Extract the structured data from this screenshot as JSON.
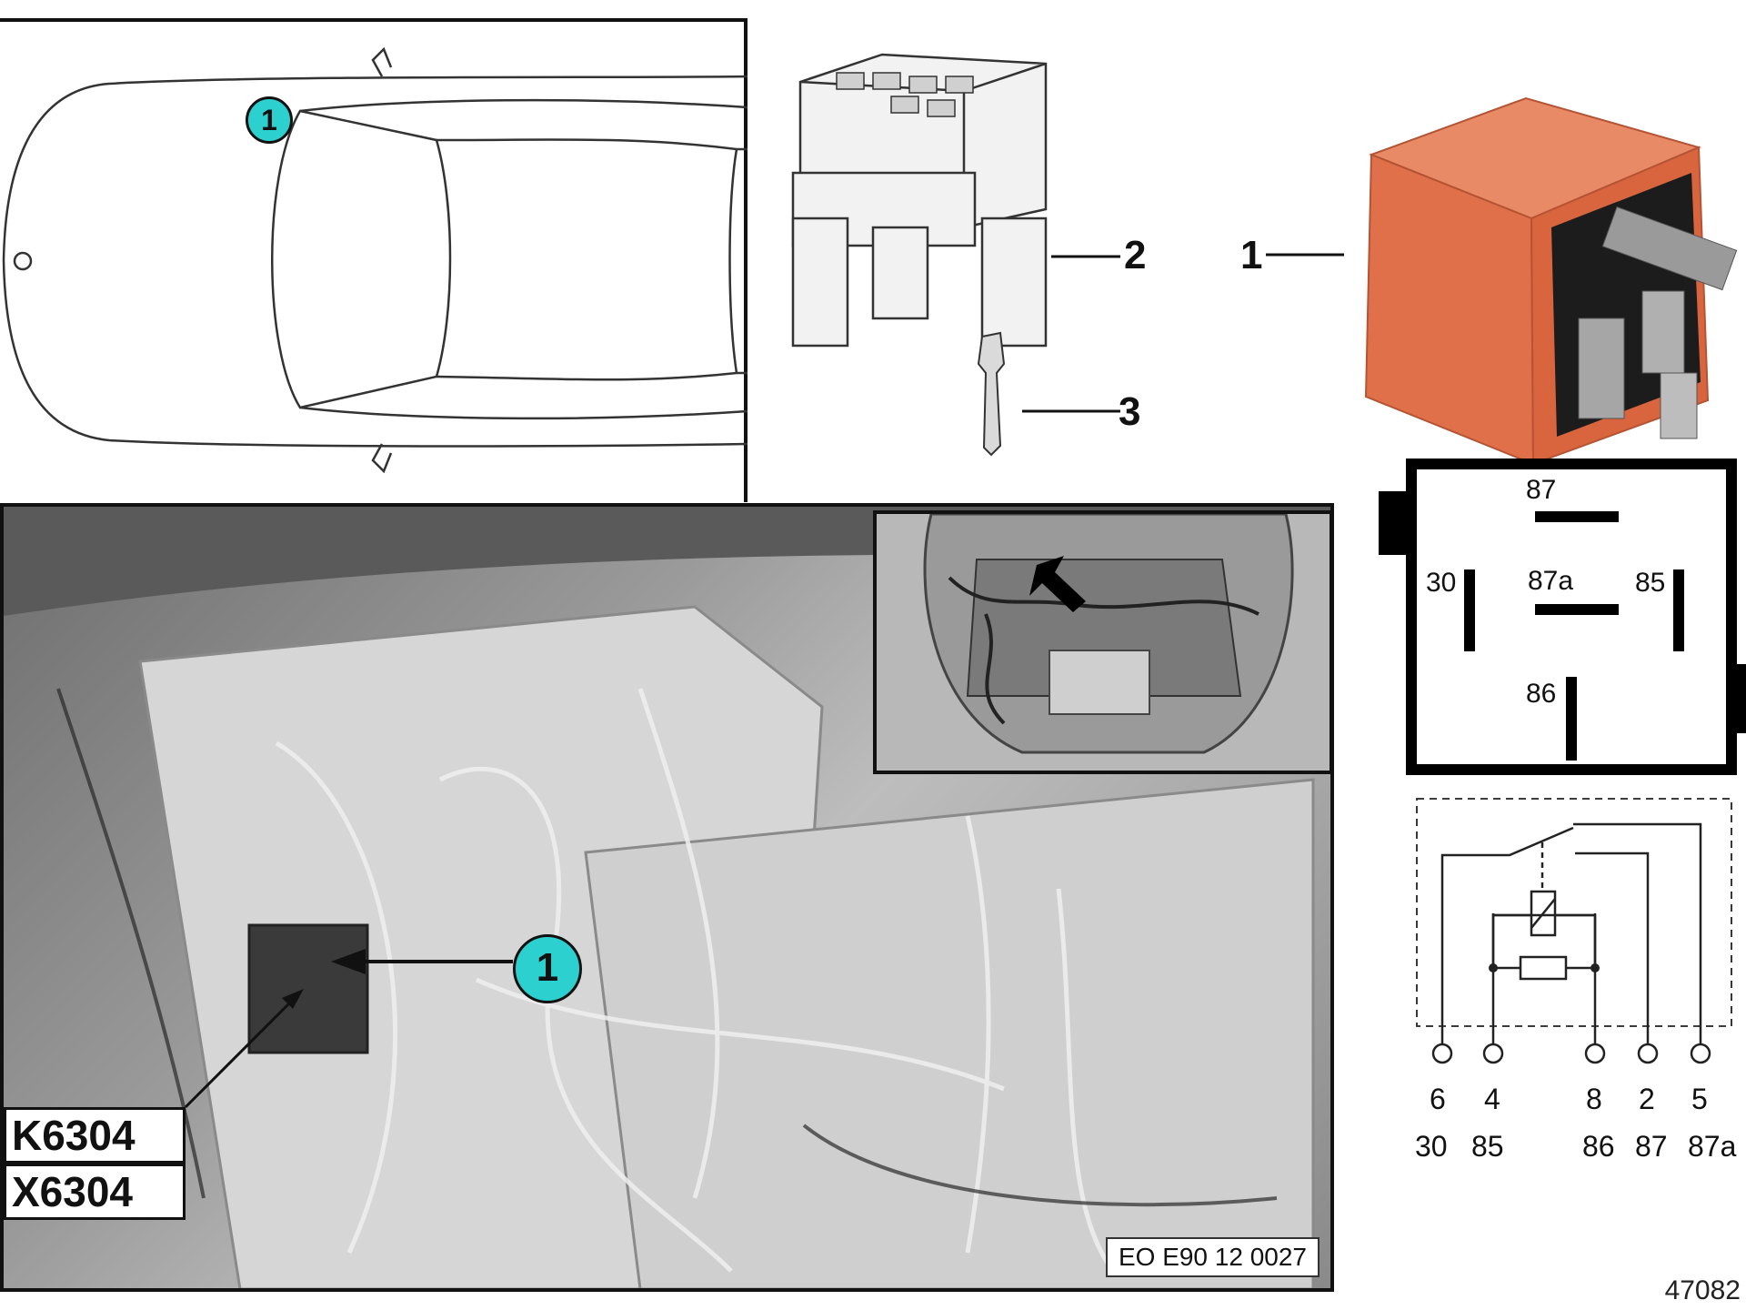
{
  "callouts": {
    "connector_housing": "2",
    "terminal": "3",
    "relay": "1"
  },
  "location_badge": "1",
  "photo": {
    "badge": "1",
    "tags": [
      "K6304",
      "X6304"
    ],
    "code": "EO E90 12 0027"
  },
  "relay_symbol": {
    "pins": {
      "p87": "87",
      "p30": "30",
      "p87a": "87a",
      "p85": "85",
      "p86": "86"
    }
  },
  "schematic": {
    "pin_numbers": [
      "6",
      "4",
      "8",
      "2",
      "5"
    ],
    "pin_labels": [
      "30",
      "85",
      "86",
      "87",
      "87a"
    ]
  },
  "reference_number": "47082",
  "colors": {
    "relay_body": "#e0704a",
    "badge": "#2bd0cf",
    "line": "#111111"
  }
}
